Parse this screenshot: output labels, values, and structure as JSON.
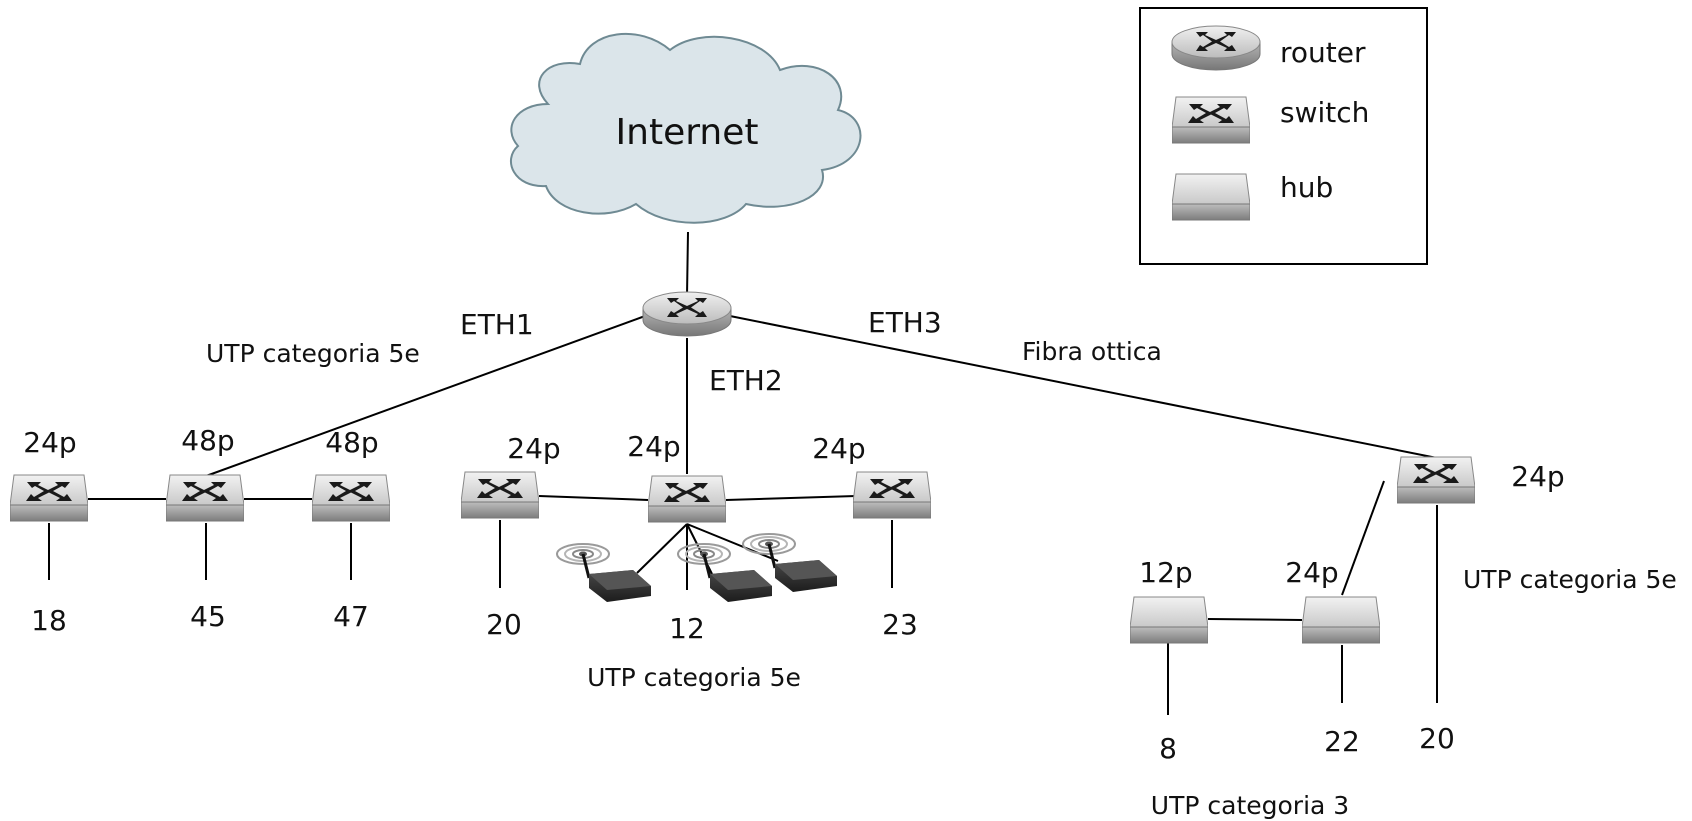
{
  "cloud": {
    "label": "Internet"
  },
  "legend": {
    "router": "router",
    "switch": "switch",
    "hub": "hub"
  },
  "links": {
    "eth1": "ETH1",
    "eth2": "ETH2",
    "eth3": "ETH3",
    "eth1_cable": "UTP categoria 5e",
    "eth3_cable": "Fibra ottica",
    "eth2_cable": "UTP categoria 5e",
    "right_cable": "UTP categoria 5e",
    "hub_cable": "UTP categoria 3"
  },
  "group_left": {
    "sw1": {
      "ports": "24p",
      "hosts": "18"
    },
    "sw2": {
      "ports": "48p",
      "hosts": "45"
    },
    "sw3": {
      "ports": "48p",
      "hosts": "47"
    }
  },
  "group_center": {
    "sw1": {
      "ports": "24p",
      "hosts": "20"
    },
    "sw2": {
      "ports": "24p",
      "hosts": "12"
    },
    "sw3": {
      "ports": "24p",
      "hosts": "23"
    }
  },
  "group_right": {
    "switch": {
      "ports": "24p",
      "hosts": "20"
    },
    "hub1": {
      "ports": "12p",
      "hosts": "8"
    },
    "hub2": {
      "ports": "24p",
      "hosts": "22"
    }
  }
}
